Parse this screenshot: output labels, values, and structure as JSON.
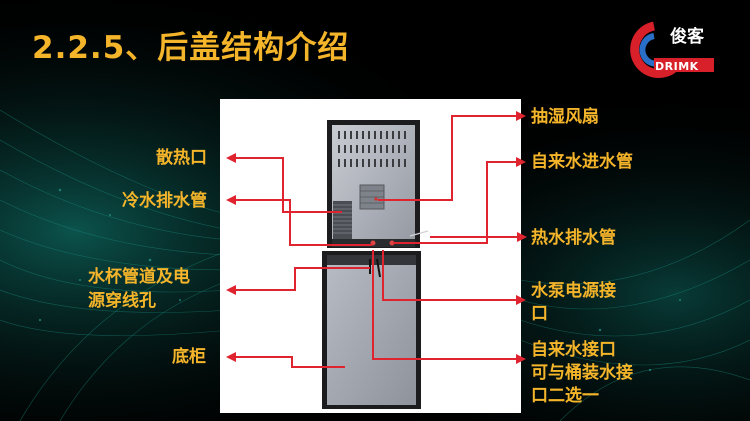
{
  "title": "2.2.5、后盖结构介绍",
  "logo": {
    "cn": "俊客",
    "en": "DRIMK"
  },
  "labels": {
    "left": {
      "heat_vent": "散热口",
      "cold_drain": "冷水排水管",
      "cup_pipe_1": "水杯管道及电",
      "cup_pipe_2": "源穿线孔",
      "cabinet": "底柜"
    },
    "right": {
      "dehumid_fan": "抽湿风扇",
      "tap_inlet": "自来水进水管",
      "hot_drain": "热水排水管",
      "pump_power_1": "水泵电源接",
      "pump_power_2": "口",
      "water_port_1": "自来水接口",
      "water_port_2": "可与桶装水接",
      "water_port_3": "口二选一"
    }
  },
  "colors": {
    "title": "#f5b52a",
    "label": "#f5b52a",
    "arrow": "#e0242f",
    "background": "#000000",
    "teal": "#1a8a7e",
    "logo_red": "#d8202a",
    "logo_blue": "#2a6fc7"
  }
}
